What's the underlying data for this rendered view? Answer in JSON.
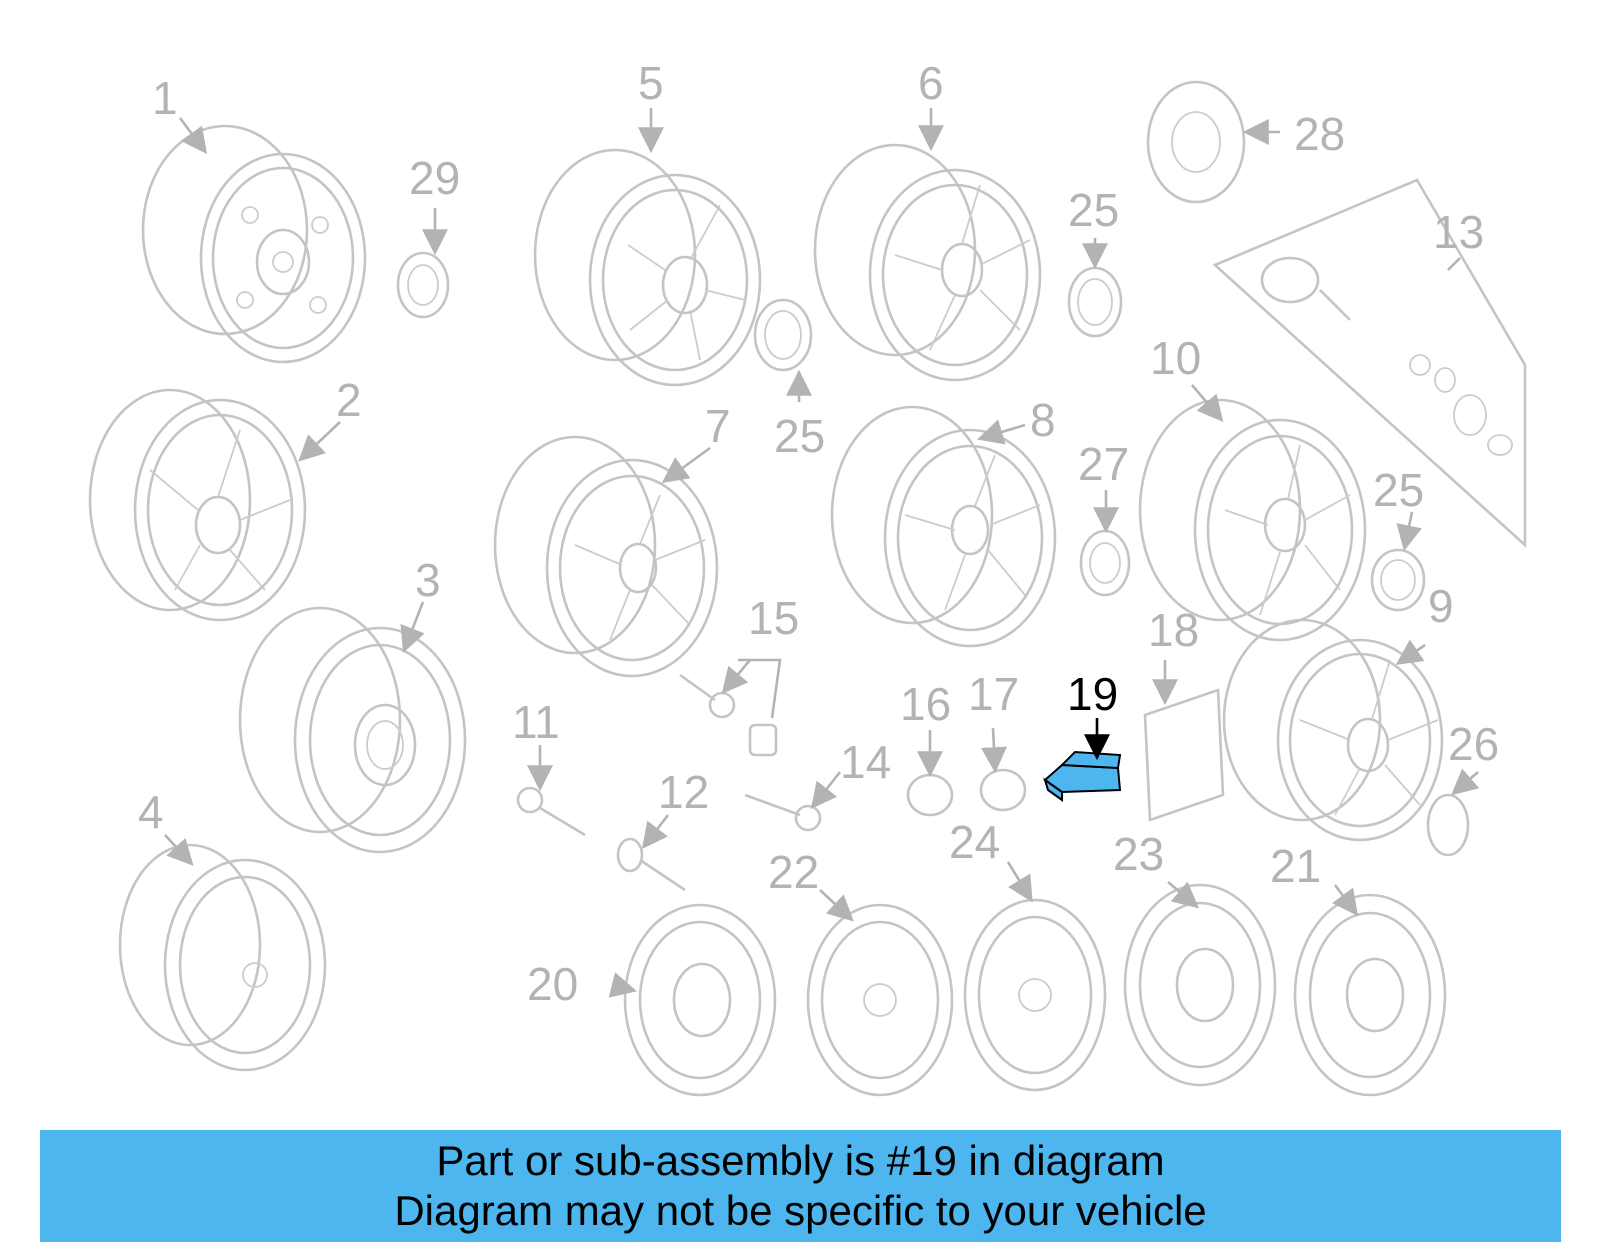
{
  "diagram": {
    "highlight_color": "#4db6ee",
    "highlighted_callout": "19",
    "callouts": {
      "c1": "1",
      "c2": "2",
      "c3": "3",
      "c4": "4",
      "c5": "5",
      "c6": "6",
      "c7": "7",
      "c8": "8",
      "c9": "9",
      "c10": "10",
      "c11": "11",
      "c12": "12",
      "c13": "13",
      "c14": "14",
      "c15": "15",
      "c16": "16",
      "c17": "17",
      "c18": "18",
      "c19": "19",
      "c20": "20",
      "c21": "21",
      "c22": "22",
      "c23": "23",
      "c24": "24",
      "c25a": "25",
      "c25b": "25",
      "c25c": "25",
      "c26": "26",
      "c27": "27",
      "c28": "28",
      "c29": "29"
    }
  },
  "banner": {
    "line1": "Part or sub-assembly is #19 in diagram",
    "line2": "Diagram may not be specific to your vehicle"
  }
}
